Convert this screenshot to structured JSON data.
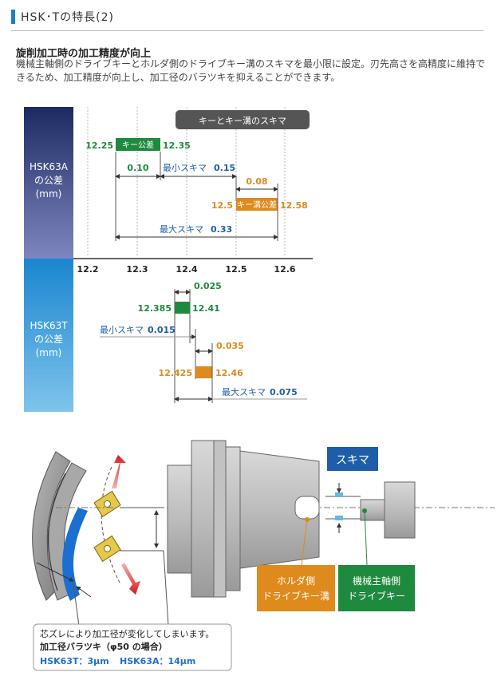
{
  "header": {
    "title": "HSK･Tの特長(2)"
  },
  "section": {
    "subtitle": "旋削加工時の加工精度が向上",
    "body": "機械主軸側のドライブキーとホルダ側のドライブキー溝のスキマを最小限に設定。刃先高さを高精度に維持できるため、加工精度が向上し、加工径のバラツキを抑えることができます。"
  },
  "tolerance_chart": {
    "top_tag": "キーとキー溝のスキマ",
    "axis_ticks": [
      "12.2",
      "12.3",
      "12.4",
      "12.5",
      "12.6"
    ],
    "hsk63a": {
      "label_line1": "HSK63A",
      "label_line2": "の公差",
      "label_line3": "(mm)",
      "key_min": "12.25",
      "key_label": "キー公差",
      "key_max": "12.35",
      "gap_a": "0.10",
      "min_clear_label": "最小スキマ",
      "min_clear": "0.15",
      "gap_b": "0.08",
      "slot_min": "12.5",
      "slot_label": "キー溝公差",
      "slot_max": "12.58",
      "max_clear_label": "最大スキマ",
      "max_clear": "0.33"
    },
    "hsk63t": {
      "label_line1": "HSK63T",
      "label_line2": "の公差",
      "label_line3": "(mm)",
      "gap_a": "0.025",
      "key_min": "12.385",
      "key_max": "12.41",
      "min_clear_label": "最小スキマ",
      "min_clear": "0.015",
      "gap_b": "0.035",
      "slot_min": "12.425",
      "slot_max": "12.46",
      "max_clear_label": "最大スキマ",
      "max_clear": "0.075"
    }
  },
  "illustration": {
    "gap_tag": "スキマ",
    "holder_label_1": "ホルダ側",
    "holder_label_2": "ドライブキー溝",
    "spindle_label_1": "機械主軸側",
    "spindle_label_2": "ドライブキー",
    "note_line1": "芯ズレにより加工径が変化してしまいます。",
    "note_line2": "加工径バラツキ（φ50 の場合）",
    "note_t_label": "HSK63T：3μm",
    "note_a_label": "HSK63A：14μm"
  },
  "colors": {
    "navy": "#24356e",
    "blue": "#2a8fd6",
    "green": "#1e8a3e",
    "orange": "#de8a1c",
    "darkblue": "#1e5ea8",
    "gray_tag": "#555555"
  }
}
